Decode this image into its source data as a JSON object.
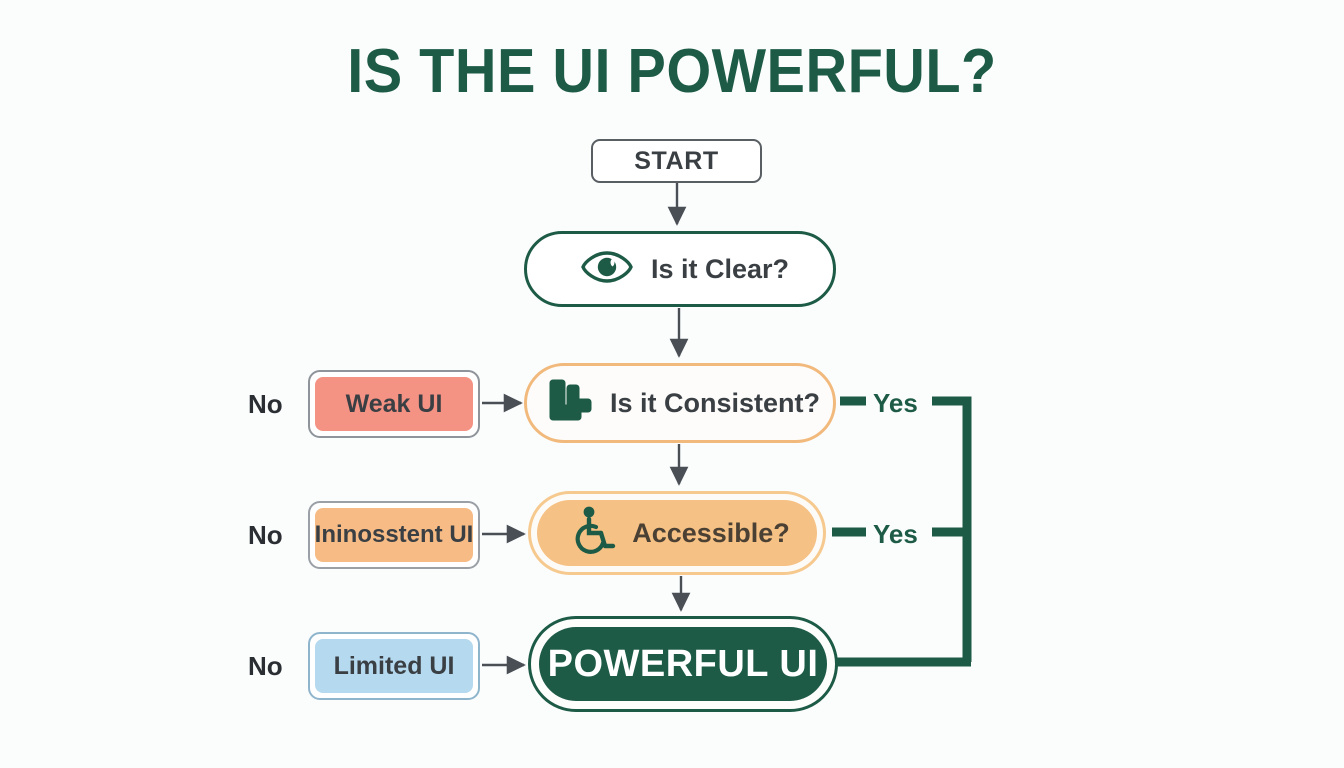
{
  "page": {
    "title": "IS THE UI POWERFUL?",
    "background_color": "#fbfdfd"
  },
  "colors": {
    "brand_green": "#1d5b47",
    "orange_border": "#f2b97c",
    "orange_fill": "#f6c184",
    "salmon_fill": "#f49284",
    "tan_fill": "#f7bc86",
    "blue_fill": "#b5d9ee",
    "gray_text": "#3a3f44",
    "arrow_gray": "#4a4f55"
  },
  "chart_data": {
    "type": "diagram",
    "title": "IS THE UI POWERFUL?",
    "nodes": [
      {
        "id": "start",
        "label": "START",
        "shape": "rounded-rect",
        "role": "terminal"
      },
      {
        "id": "clear",
        "label": "Is it Clear?",
        "shape": "pill",
        "role": "decision",
        "icon": "eye-icon"
      },
      {
        "id": "consistent",
        "label": "Is it Consistent?",
        "shape": "pill",
        "role": "decision",
        "icon": "blocks-icon"
      },
      {
        "id": "accessible",
        "label": "Accessible?",
        "shape": "pill",
        "role": "decision",
        "icon": "wheelchair-icon"
      },
      {
        "id": "powerful",
        "label": "POWERFUL UI",
        "shape": "pill",
        "role": "terminal-success"
      },
      {
        "id": "weak",
        "label": "Weak UI",
        "shape": "rect",
        "role": "outcome"
      },
      {
        "id": "inconsistent",
        "label": "Ininosstent UI",
        "shape": "rect",
        "role": "outcome"
      },
      {
        "id": "limited",
        "label": "Limited UI",
        "shape": "rect",
        "role": "outcome"
      }
    ],
    "edges": [
      {
        "from": "start",
        "to": "clear",
        "label": ""
      },
      {
        "from": "clear",
        "to": "consistent",
        "label": ""
      },
      {
        "from": "weak",
        "to": "consistent",
        "label": "No"
      },
      {
        "from": "consistent",
        "to": "accessible",
        "label": ""
      },
      {
        "from": "consistent",
        "to": "powerful",
        "label": "Yes"
      },
      {
        "from": "inconsistent",
        "to": "accessible",
        "label": "No"
      },
      {
        "from": "accessible",
        "to": "powerful",
        "label": "Yes"
      },
      {
        "from": "limited",
        "to": "powerful",
        "label": "No"
      }
    ]
  },
  "nodes": {
    "start": {
      "label": "START"
    },
    "clear": {
      "label": "Is it Clear?",
      "icon": "eye-icon"
    },
    "consistent": {
      "label": "Is it Consistent?",
      "icon": "blocks-icon"
    },
    "accessible": {
      "label": "Accessible?",
      "icon": "wheelchair-icon"
    },
    "powerful": {
      "label": "POWERFUL UI"
    },
    "weak": {
      "label": "Weak UI"
    },
    "inconsistent": {
      "label": "Ininosstent UI"
    },
    "limited": {
      "label": "Limited UI"
    }
  },
  "edge_labels": {
    "no_1": "No",
    "no_2": "No",
    "no_3": "No",
    "yes_1": "Yes",
    "yes_2": "Yes"
  }
}
